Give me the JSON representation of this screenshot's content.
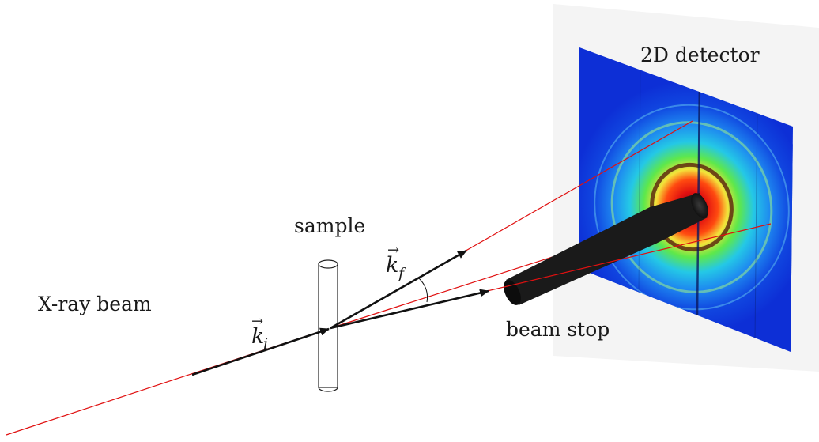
{
  "labels": {
    "detector": "2D detector",
    "sample": "sample",
    "xray_beam": "X-ray beam",
    "beam_stop": "beam stop",
    "k_incident": {
      "symbol": "k",
      "subscript": "i",
      "vector_mark": "→"
    },
    "k_scattered": {
      "symbol": "k",
      "subscript": "f",
      "vector_mark": "→"
    }
  },
  "colors": {
    "beam_line": "#e01010",
    "vector_arrow": "#111111",
    "beam_stop": "#1a1a1a",
    "detector_background": "#0d2fd6",
    "ring_outer": "#24c8e6",
    "ring_green": "#5ee84a",
    "ring_yellow": "#f4e23a",
    "ring_red": "#e01010",
    "ring_core": "#7a0808"
  }
}
